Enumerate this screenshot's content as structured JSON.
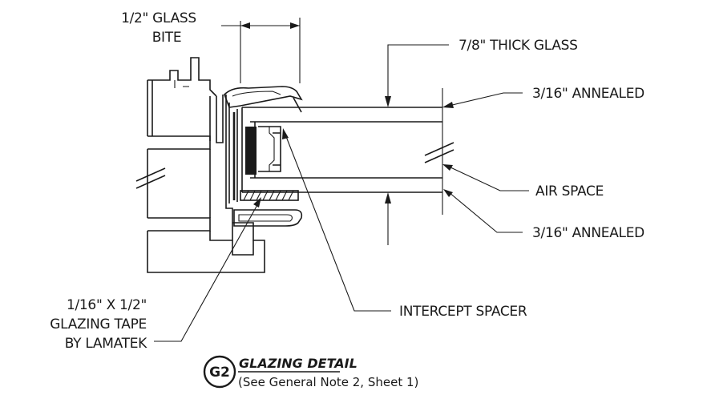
{
  "labels": {
    "glass_bite_line1": "1/2\" GLASS",
    "glass_bite_line2": "BITE",
    "thick_glass": "7/8\" THICK GLASS",
    "annealed_top": "3/16\" ANNEALED",
    "air_space": "AIR SPACE",
    "annealed_bottom": "3/16\" ANNEALED",
    "glazing_tape_line1": "1/16\" X 1/2\"",
    "glazing_tape_line2": "GLAZING TAPE",
    "glazing_tape_line3": "BY LAMATEK",
    "intercept_spacer": "INTERCEPT SPACER"
  },
  "detail": {
    "badge": "G2",
    "title": "GLAZING DETAIL",
    "subtitle": "(See General Note 2, Sheet 1)"
  }
}
